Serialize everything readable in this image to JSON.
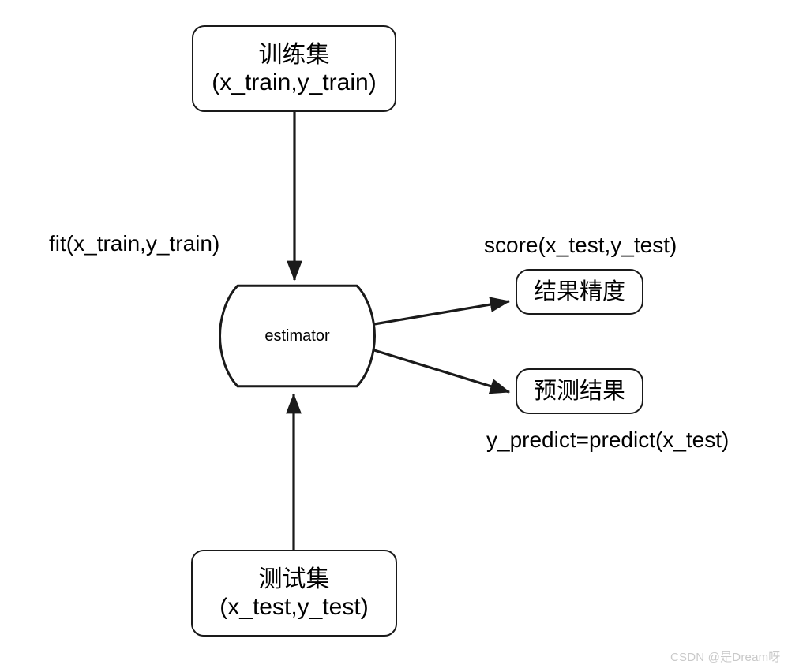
{
  "diagram": {
    "title": "sklearn estimator train/test flow",
    "background_color": "#ffffff",
    "stroke_color": "#1a1a1a",
    "text_color": "#000000",
    "nodes": {
      "train_set": {
        "line_1": "训练集",
        "line_2": "(x_train,y_train)",
        "shape": "rounded-rectangle"
      },
      "test_set": {
        "line_1": "测试集",
        "line_2": "(x_test,y_test)",
        "shape": "rounded-rectangle"
      },
      "estimator": {
        "label": "estimator",
        "shape": "barrel"
      },
      "score_result": {
        "label": "结果精度",
        "shape": "pill"
      },
      "predict_result": {
        "label": "预测结果",
        "shape": "pill"
      }
    },
    "edge_labels": {
      "fit": "fit(x_train,y_train)",
      "score": "score(x_test,y_test)",
      "predict": "y_predict=predict(x_test)"
    },
    "edges": [
      {
        "name": "train-to-estimator",
        "from": "train_set",
        "to": "estimator",
        "label": "fit(x_train,y_train)",
        "direction": "down"
      },
      {
        "name": "test-to-estimator",
        "from": "test_set",
        "to": "estimator",
        "label": "",
        "direction": "up"
      },
      {
        "name": "estimator-to-score",
        "from": "estimator",
        "to": "score_result",
        "label": "score(x_test,y_test)",
        "direction": "right-up"
      },
      {
        "name": "estimator-to-predict",
        "from": "estimator",
        "to": "predict_result",
        "label": "y_predict=predict(x_test)",
        "direction": "right-down"
      }
    ]
  },
  "watermark": {
    "text": "CSDN @是Dream呀",
    "color": "#c9c9c9"
  }
}
